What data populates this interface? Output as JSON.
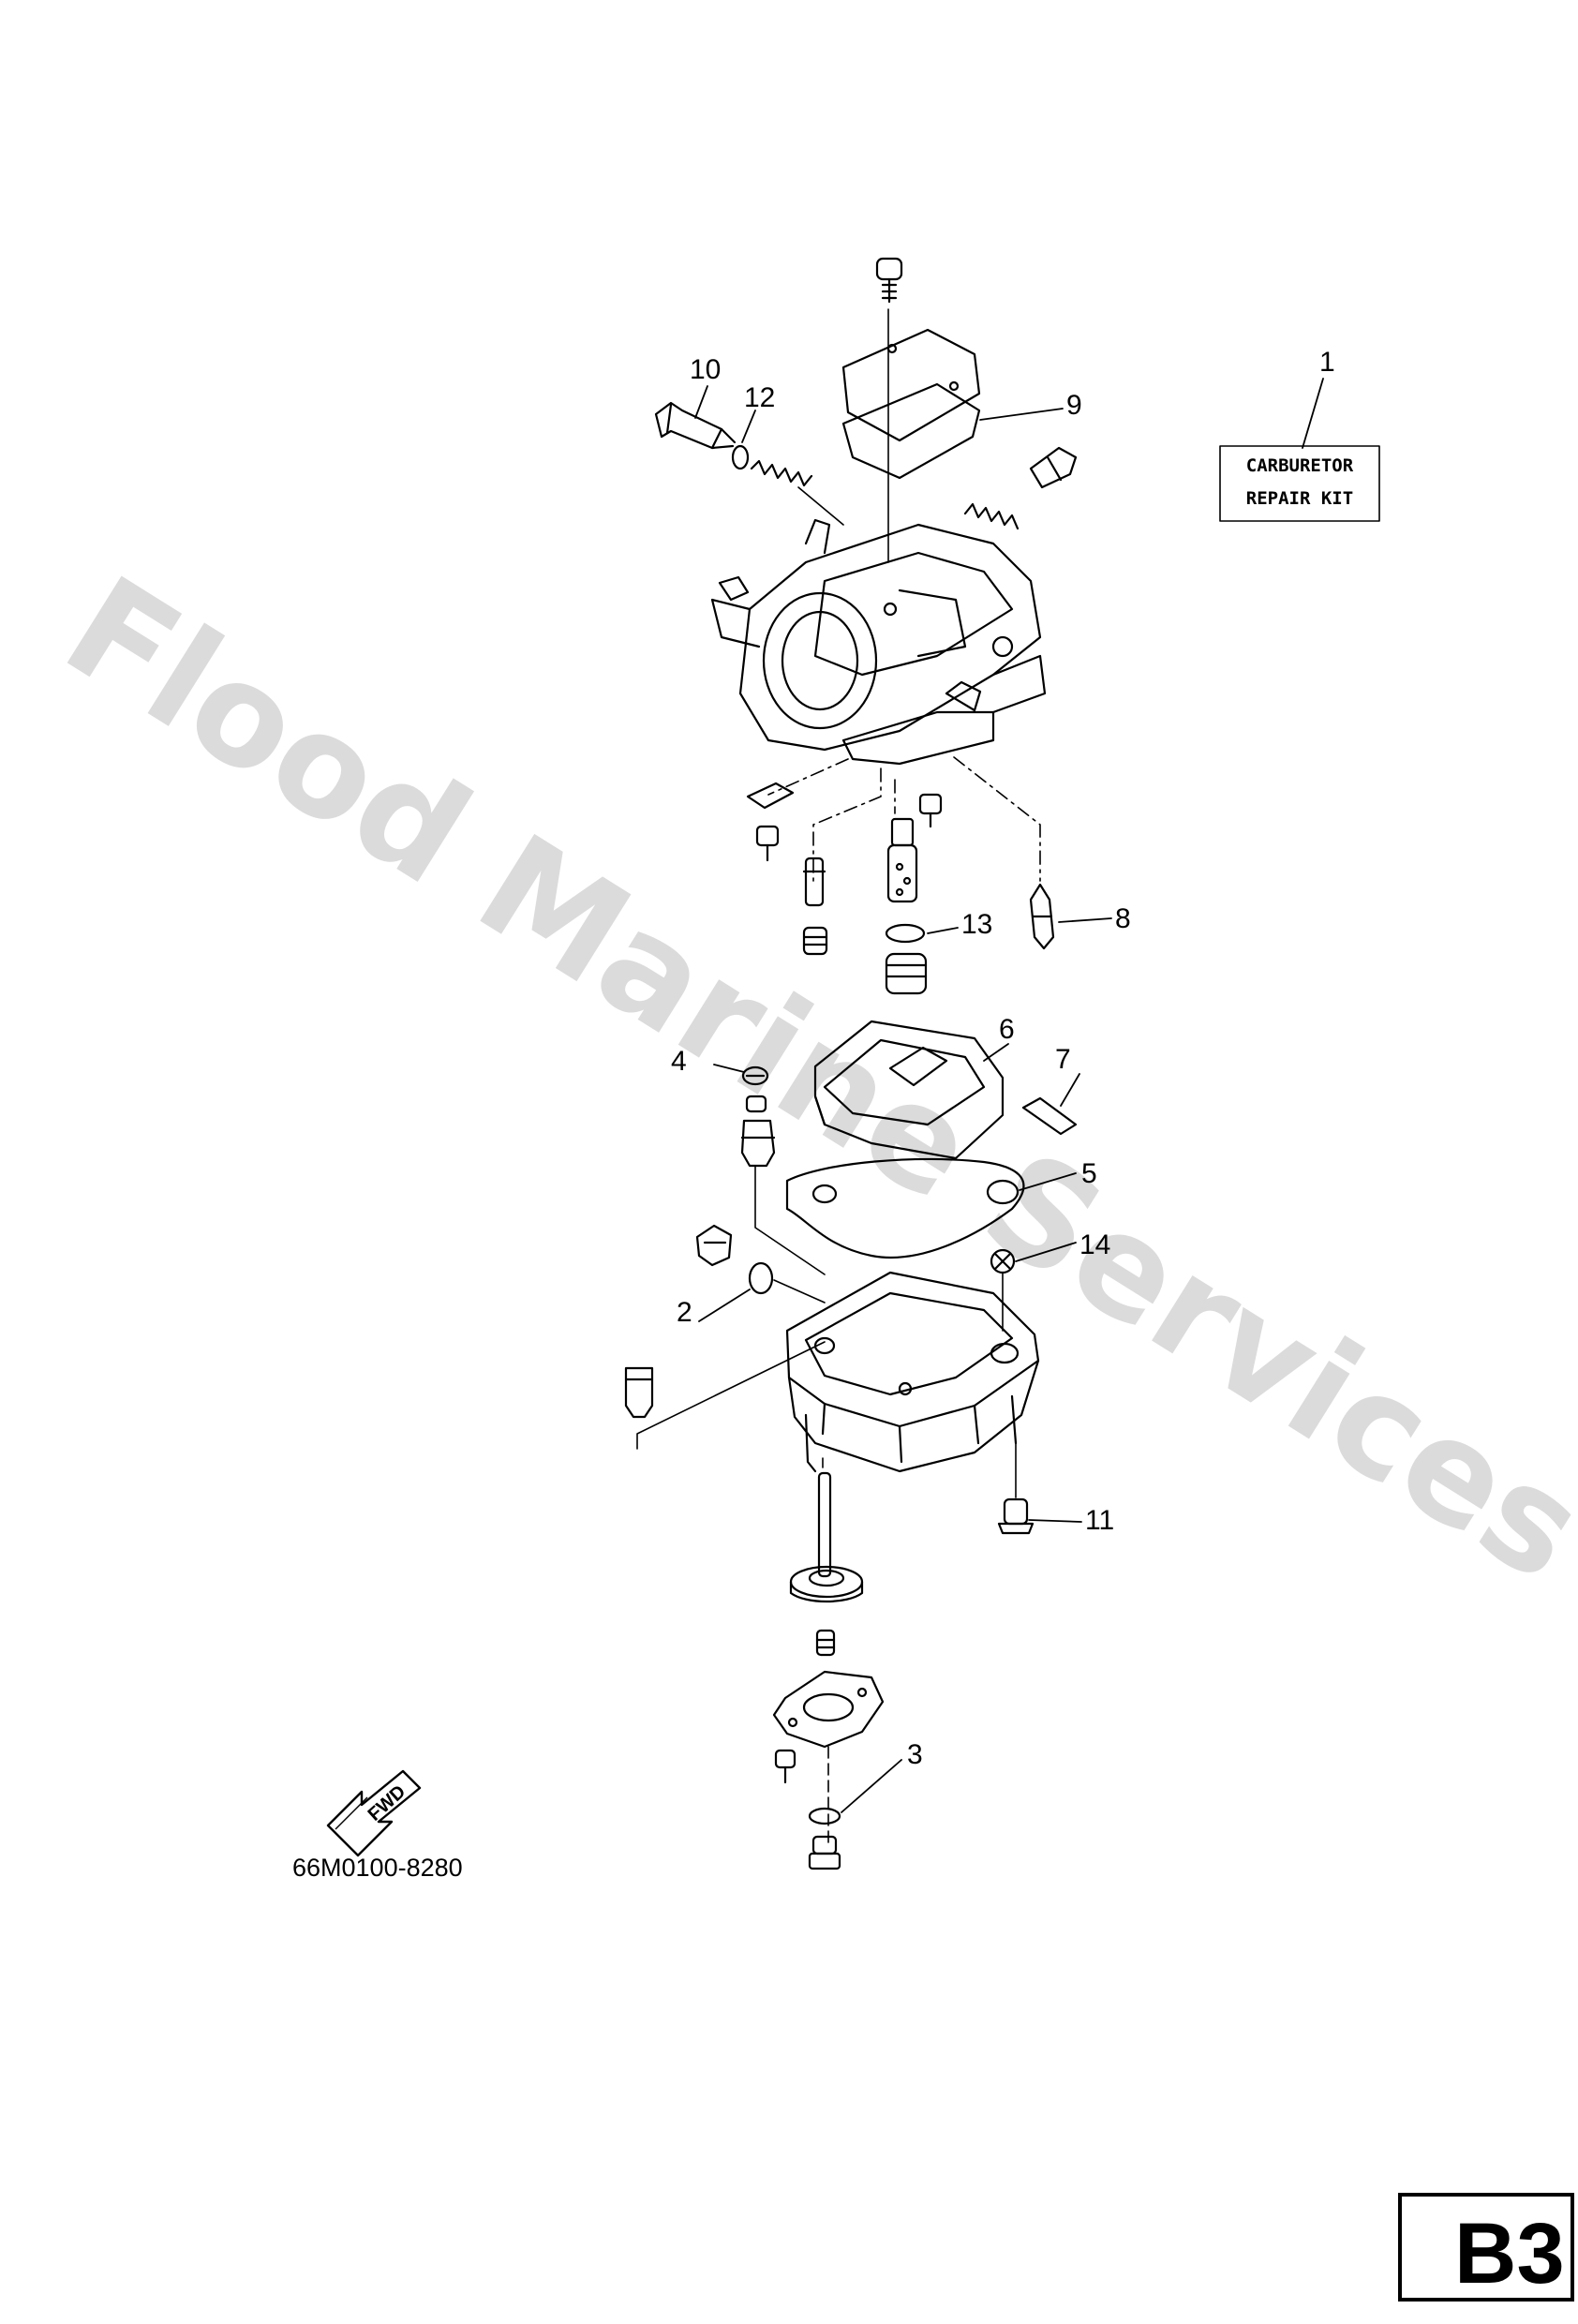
{
  "kit_label": {
    "line1": "CARBURETOR",
    "line2": "REPAIR KIT"
  },
  "callouts": {
    "c1": "1",
    "c2": "2",
    "c3": "3",
    "c4": "4",
    "c5": "5",
    "c6": "6",
    "c7": "7",
    "c8": "8",
    "c9": "9",
    "c10": "10",
    "c11": "11",
    "c12": "12",
    "c13": "13",
    "c14": "14"
  },
  "forward_arrow": "FWD",
  "drawing_number": "66M0100-8280",
  "page_reference": "B3",
  "watermark": "Flood Marine Services"
}
